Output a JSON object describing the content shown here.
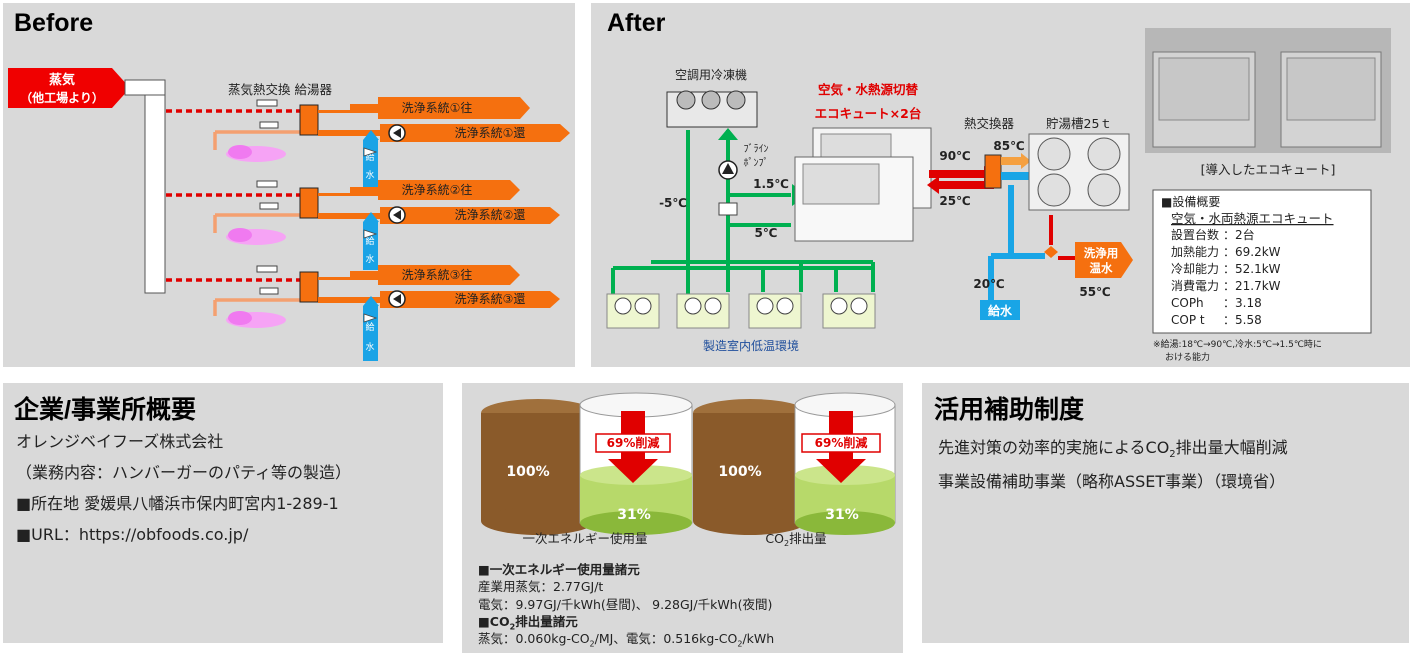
{
  "before": {
    "heading": "Before",
    "steam_label": "蒸気",
    "steam_sub": "（他工場より）",
    "exchanger_label": "蒸気熱交換 給湯器",
    "lines": [
      {
        "out": "洗浄系統①往",
        "ret": "洗浄系統①還"
      },
      {
        "out": "洗浄系統②往",
        "ret": "洗浄系統②還"
      },
      {
        "out": "洗浄系統③往",
        "ret": "洗浄系統③還"
      }
    ],
    "feed_water_chars": [
      "給",
      "水"
    ]
  },
  "after": {
    "heading": "After",
    "chiller_label": "空調用冷凍機",
    "brine_pump_label_1": "ﾌﾞﾗｲﾝ",
    "brine_pump_label_2": "ﾎﾟﾝﾌﾟ",
    "switch_label_1": "空気・水熱源切替",
    "switch_label_2": "エコキュート×2台",
    "hx_label": "熱交換器",
    "tank_label": "貯湯槽25ｔ",
    "temps": {
      "t1": "-5℃",
      "t2": "1.5℃",
      "t3": "5℃",
      "t4": "90℃",
      "t5": "85℃",
      "t6": "25℃",
      "t7": "20℃",
      "t8": "55℃"
    },
    "feed_label": "給水",
    "wash_label_1": "洗浄用",
    "wash_label_2": "温水",
    "room_label": "製造室内低温環境",
    "photo_caption": "[導入したエコキュート]",
    "spec": {
      "title": "■設備概要",
      "subtitle": "空気・水両熱源エコキュート",
      "rows": [
        {
          "k": "設置台数",
          "v": "：2台"
        },
        {
          "k": "加熱能力",
          "v": "：69.2kW"
        },
        {
          "k": "冷却能力",
          "v": "：52.1kW"
        },
        {
          "k": "消費電力",
          "v": "：21.7kW"
        },
        {
          "k": "COPh",
          "v": "：3.18"
        },
        {
          "k": "COP t",
          "v": "：5.58"
        }
      ]
    },
    "note_1": "※給湯:18℃→90℃,冷水:5℃→1.5℃時に",
    "note_2": "おける能力"
  },
  "company": {
    "heading": "企業/事業所概要",
    "name": "オレンジベイフーズ株式会社",
    "business": "（業務内容：ハンバーガーのパティ等の製造）",
    "location": "■所在地 愛媛県八幡浜市保内町宮内1-289-1",
    "url": "■URL：https://obfoods.co.jp/"
  },
  "center": {
    "energy": {
      "before_pct": "100%",
      "after_pct": "31%",
      "reduction": "69%削減",
      "label": "一次エネルギー使用量"
    },
    "co2": {
      "before_pct": "100%",
      "after_pct": "31%",
      "reduction": "69%削減",
      "label_pre": "CO",
      "label_sub": "2",
      "label_post": "排出量"
    },
    "factors_title_1": "■一次エネルギー使用量諸元",
    "factor_steam": "産業用蒸気：2.77GJ/t",
    "factor_power": "電気：9.97GJ/千kWh(昼間)、 9.28GJ/千kWh(夜間)",
    "factors_title_2_pre": "■CO",
    "factors_title_2_post": "排出量諸元",
    "factor_co2_a": "蒸気：0.060kg-CO",
    "factor_co2_b": "/MJ、電気：0.516kg-CO",
    "factor_co2_c": "/kWh",
    "sub2": "2"
  },
  "subsidy": {
    "heading": "活用補助制度",
    "line1_pre": "先進対策の効率的実施によるCO",
    "line1_sub": "2",
    "line1_post": "排出量大幅削減",
    "line2": "事業設備補助事業（略称ASSET事業）（環境省）"
  },
  "colors": {
    "panel": "#d9d9d9",
    "orange": "#f5700f",
    "red_dot": "#e00000",
    "green": "#00b050",
    "blue": "#19a5e6",
    "brown": "#8a5a2a"
  },
  "chart_data": {
    "type": "bar",
    "categories": [
      "一次エネルギー使用量",
      "CO2排出量"
    ],
    "series": [],
    "values_before": [
      100,
      100
    ],
    "values_after": [
      31,
      31
    ],
    "unit": "%",
    "annotations": [
      "69%削減",
      "69%削減"
    ]
  }
}
